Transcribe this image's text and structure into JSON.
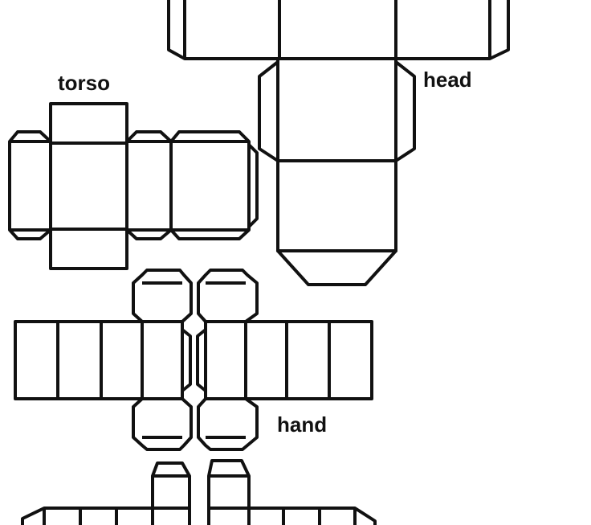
{
  "labels": {
    "torso": "torso",
    "head": "head",
    "hand": "hand"
  },
  "colors": {
    "line": "#111111",
    "background": "#ffffff"
  }
}
